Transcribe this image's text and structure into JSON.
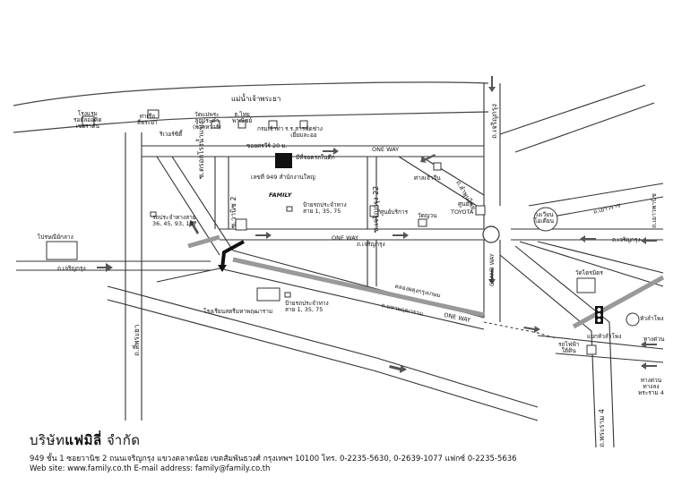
{
  "company": {
    "name_prefix": "บริษัท",
    "name_bold": "แฟมิลี่",
    "name_suffix": " จำกัด",
    "address": "949 ชั้น 1 ซอยวานิช 2 ถนนเจริญกรุง แขวงตลาดน้อย เขตสัมพันธวงศ์ กรุงเทพฯ 10100  โทร. 0-2235-5630, 0-2639-1077  แฟกซ์ 0-2235-5636",
    "web": "Web site: www.family.co.th   E-mail address: family@family.co.th"
  },
  "map": {
    "river": "แม่น้ำเจ้าพระยา",
    "pier": "ท่าเรือ\nสี่พระยา",
    "hotel": "โรงแรม\nรอยัลออคิด\nเชอราตัน",
    "river_city": "ริเวอร์ซิตี้",
    "wat_maephra": "วัดแม่พระ\nลูกประคำ\n(กาลหว่าร์)",
    "thai_bank": "ธ.ไทย\nพาณิชย์",
    "customs": "กรมเจ้าท่า",
    "school_yothin": "ร.ร.สารพัดช่าง\nเยี่ยมละออ",
    "soi_krathong": "ซ.ตรอกโรงน้ำแข็ง",
    "chaopraya_soi": "ซอยศรวีร์ 20 ม.",
    "one_way_1": "ONE WAY",
    "parking": "มีที่จอดรถในตึก",
    "hq": "เลขที่ 949 สำนักงานใหญ่",
    "family_logo": "FAMILY",
    "soi_wanit": "ซ.วานิช 2",
    "soi_charoen": "ซ.เจริญกรุง 22",
    "bus_stop_1": "ป้ายรถประจำทาง\nสาย 1, 35, 75",
    "bus_stop_2": "รถประจำทางสาย\n36, 45, 93, 187",
    "bus_stop_3": "ป้ายรถประจำทาง\nสาย 1, 35, 75",
    "one_way_2": "ONE WAY",
    "charoenkrung_center": "ถ.เจริญกรุง",
    "charoenkrung_left": "ถ.เจริญกรุง",
    "charoenkrung_right": "ถ.เจริญกรุง",
    "post_office": "ไปรษณีย์กลาง",
    "central": "ศูนย์บริการ",
    "wat_trai": "วัดญวน",
    "san_jao": "ศาลเจ้าจีน",
    "toyota_label": "ศูนย์ฯ",
    "toyota": "TOYOTA",
    "circle": "วงเวียน\nโอเดียน",
    "yaowarat": "ถ.เยาวราช",
    "yaowarat_2": "ถ.เยาวราช",
    "songwat": "ถ.เยาวพานิช",
    "lamphun": "ถ.ลำพูนไชย",
    "chaloem": "ถ.เจริญกรุง",
    "canal": "คลองผดุงกรุงเกษม",
    "maha_phruttharam": "ถ.มหาพฤฒาราม",
    "one_way_3": "ONE WAY",
    "grand_way": "GRAND WAY",
    "school": "โรงเรียนสตรีมหาพฤฒาราม",
    "wat_traimit": "วัดไตรมิตร",
    "hua_lamphong_circle": "หัวลำโพง",
    "hua_lamphong_junction": "แยกหัวลำโพง",
    "railway": "รถไฟฟ้า\nใต้ดิน",
    "to_hualamphong": "ทางด่วน",
    "rama4": "ถ.พระราม 4",
    "phraram4_exit": "ทางด่วน\nทางลง\nพระราม 4",
    "si_phraya": "ถ.สี่พระยา",
    "charoen_rd_top": "ถ.เจริญกรุง"
  }
}
